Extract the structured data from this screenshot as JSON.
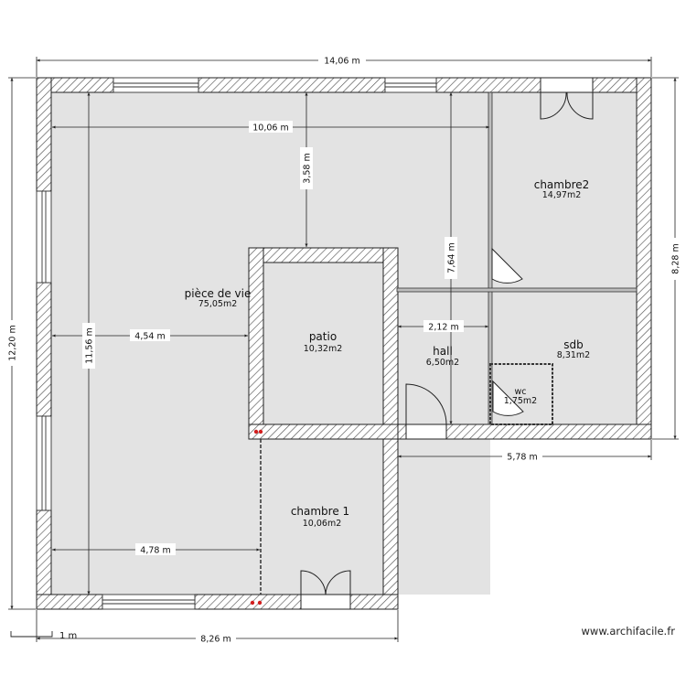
{
  "rooms": {
    "piece_de_vie": {
      "name": "pièce de vie",
      "area": "75,05m2"
    },
    "patio": {
      "name": "patio",
      "area": "10,32m2"
    },
    "chambre2": {
      "name": "chambre2",
      "area": "14,97m2"
    },
    "sdb": {
      "name": "sdb",
      "area": "8,31m2"
    },
    "hall": {
      "name": "hall",
      "area": "6,50m2"
    },
    "wc": {
      "name": "wc",
      "area": "1,75m2"
    },
    "chambre1": {
      "name": "chambre 1",
      "area": "10,06m2"
    }
  },
  "dimensions": {
    "overall_width": "14,06 m",
    "overall_height": "12,20 m",
    "inner_width": "10,06 m",
    "patio_top_gap": "3,58 m",
    "living_height": "11,56 m",
    "hall_height": "7,64 m",
    "right_wing_height": "8,28 m",
    "living_to_patio": "4,54 m",
    "hall_width": "2,12 m",
    "right_wing_width": "5,78 m",
    "living_to_chambre1": "4,78 m",
    "bottom_width": "8,26 m"
  },
  "scale": {
    "label": "1 m"
  },
  "credit": {
    "text": "www.archifacile.fr"
  },
  "colors": {
    "floor": "#e3e3e3",
    "wall": "#ffffff",
    "wall_outline": "#222222",
    "hatch": "#555555",
    "marker": "#d21e1e"
  }
}
